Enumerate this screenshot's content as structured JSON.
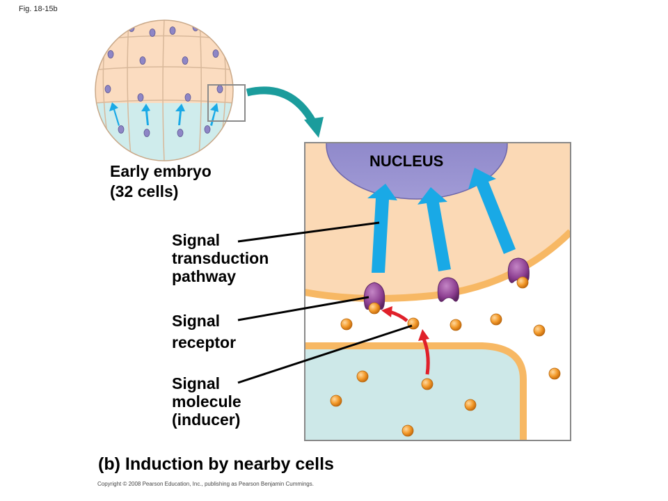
{
  "figure_tag": "Fig. 18-15b",
  "embryo_label": [
    "Early embryo",
    "(32 cells)"
  ],
  "nucleus_label": "NUCLEUS",
  "signal_transduction_label": [
    "Signal",
    "transduction",
    "pathway"
  ],
  "signal_receptor_label": [
    "Signal",
    "receptor"
  ],
  "signal_molecule_label": [
    "Signal",
    "molecule",
    "(inducer)"
  ],
  "caption": "(b) Induction by nearby cells",
  "copyright": "Copyright © 2008 Pearson Education, Inc., publishing as Pearson Benjamin Cummings.",
  "colors": {
    "upper_cell": "#fbd9b5",
    "membrane": "#f7b864",
    "lower_cell": "#cde8e8",
    "nucleus": "#8e86c6",
    "transduction_arrow": "#19a9e6",
    "signal_arrow": "#e0202a",
    "receptor": "#8b3d8f",
    "inducer": "#f39a2a"
  }
}
